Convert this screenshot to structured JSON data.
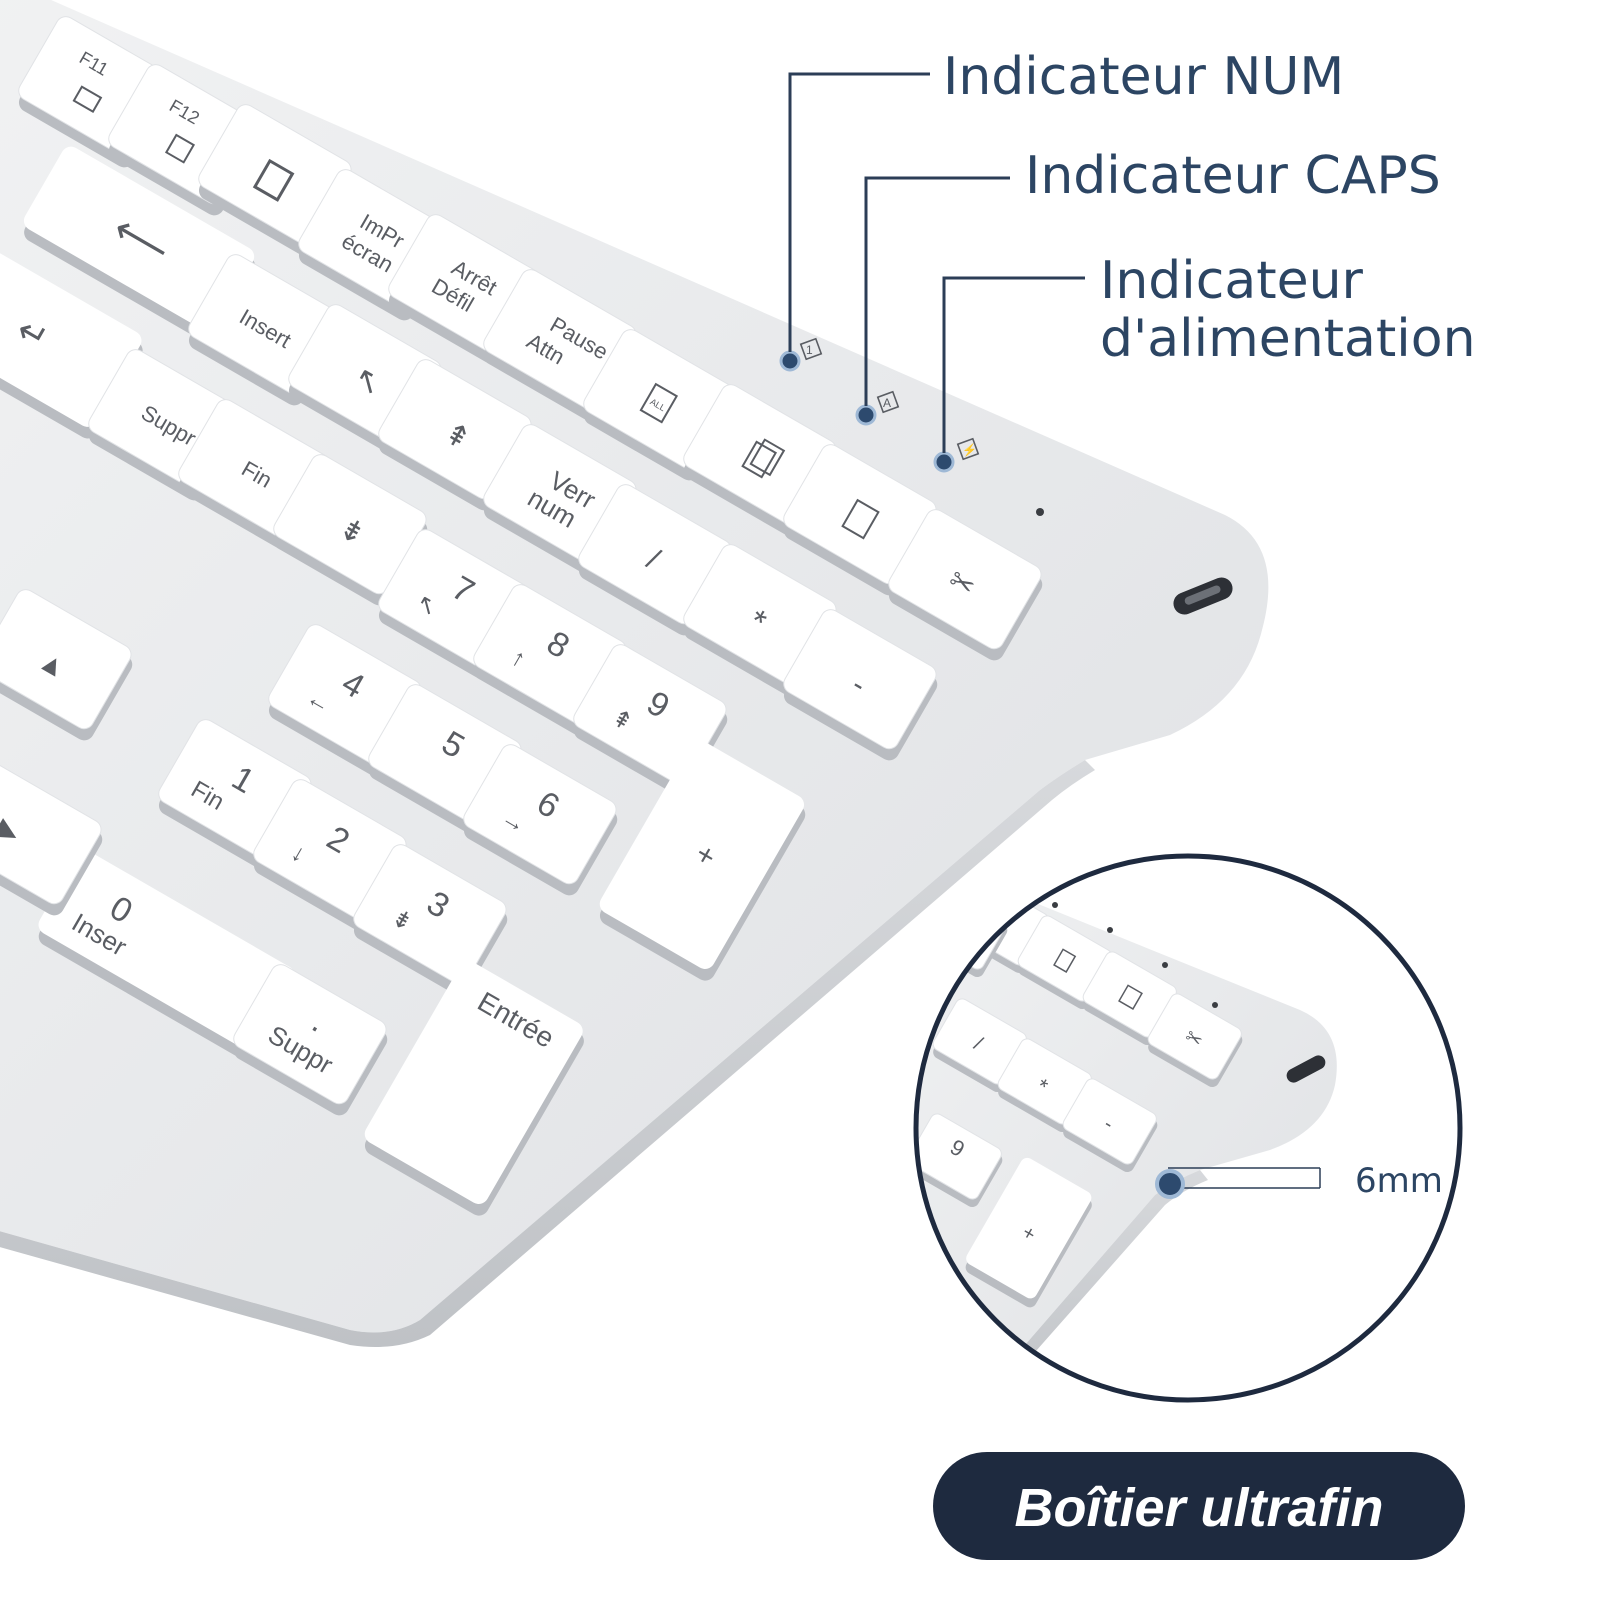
{
  "colors": {
    "callout_text": "#2c4563",
    "callout_line": "#2c3e57",
    "indicator_dot": "#2d4a6e",
    "badge_bg": "#1e2a3f",
    "badge_text": "#ffffff",
    "case": "#e9eaec",
    "case_edge": "#cfd1d4",
    "key": "#ffffff",
    "key_shadow": "#b9bcc1",
    "key_legend": "#5a5d63"
  },
  "callouts": {
    "num": "Indicateur NUM",
    "caps": "Indicateur CAPS",
    "power_line1": "Indicateur",
    "power_line2": "d'alimentation"
  },
  "thickness_label": "6mm",
  "badge_label": "Boîtier ultrafin",
  "indicator_icons": {
    "num": "1",
    "caps": "A",
    "power": "⚡"
  },
  "keys": {
    "f11": "F11",
    "f12": "F12",
    "impr_l1": "ImPr",
    "impr_l2": "écran",
    "arret_l1": "Arrêt",
    "arret_l2": "Défil",
    "pause_l1": "Pause",
    "pause_l2": "Attn",
    "insert": "Insert",
    "suppr": "Suppr",
    "fin": "Fin",
    "verr_l1": "Verr",
    "verr_l2": "num",
    "slash": "/",
    "star": "*",
    "minus": "-",
    "plus": "+",
    "n7": "7",
    "n8": "8",
    "n9": "9",
    "n4": "4",
    "n5": "5",
    "n6": "6",
    "n1": "1",
    "n1_sub": "Fin",
    "n2": "2",
    "n3": "3",
    "n0": "0",
    "n0_sub": "Inser",
    "dot": ".",
    "dot_sub": "Suppr",
    "enter": "Entrée",
    "all": "ALL"
  },
  "inset_keys": {
    "slash": "/",
    "star": "*",
    "minus": "-",
    "n9": "9",
    "plus": "+"
  }
}
